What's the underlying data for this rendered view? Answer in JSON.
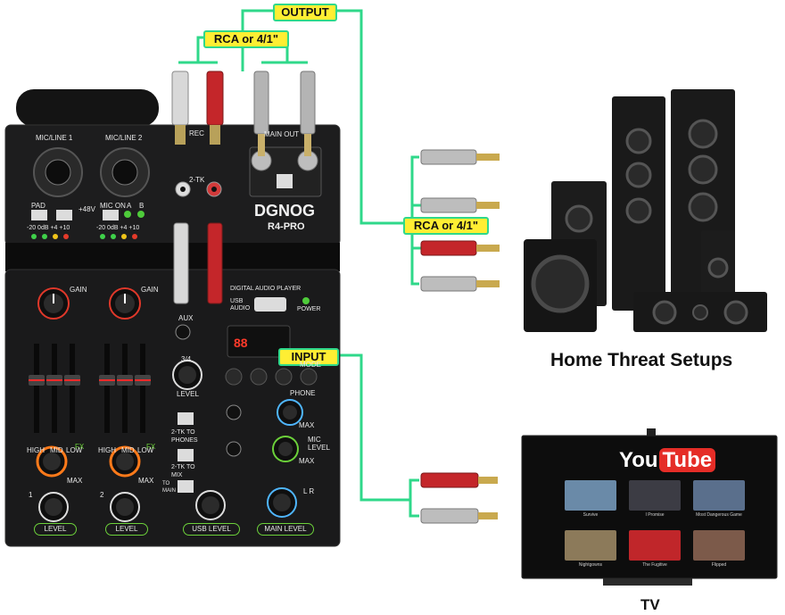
{
  "labels": {
    "output": "OUTPUT",
    "rca_top": "RCA or 4/1\"",
    "rca_mid": "RCA or 4/1\"",
    "input": "INPUT",
    "home_caption": "Home Threat Setups",
    "tv_caption": "TV"
  },
  "mixer": {
    "brand": "DGNOG",
    "model": "R4-PRO",
    "ch1": "MIC/LINE 1",
    "ch2": "MIC/LINE 2",
    "rec": "REC",
    "main_out": "MAIN OUT",
    "two_tk": "2-TK",
    "pad": "PAD",
    "phantom": "+48V",
    "mic_on": "MIC ON",
    "a": "A",
    "b": "B",
    "meter_scale": "-20  0dB  +4  +10",
    "gain": "GAIN",
    "digital_player": "DIGITAL AUDIO PLAYER",
    "usb_audio": "USB AUDIO",
    "power": "POWER",
    "aux": "AUX",
    "three_four": "3/4",
    "level": "LEVEL",
    "mode": "MODE",
    "phone": "PHONE",
    "max": "MAX",
    "mic_level": "MIC LEVEL",
    "tk_to_phones": "2-TK TO PHONES",
    "tk_to_mix": "2-TK TO MIX",
    "to_main": "TO MAIN",
    "eq_high": "HIGH",
    "eq_mid": "MID",
    "eq_low": "LOW",
    "fx": "FX",
    "level1": "LEVEL",
    "level2": "LEVEL",
    "usb_level": "USB LEVEL",
    "main_level": "MAIN LEVEL",
    "ch_num1": "1",
    "ch_num2": "2",
    "ch3_4": "3/4",
    "aux_34": "3/4",
    "lr": "L R",
    "display": "88"
  },
  "tv": {
    "logo_you": "You",
    "logo_tube": "Tube",
    "thumbs": [
      {
        "title": "Survive",
        "color": "#6a8aa8"
      },
      {
        "title": "I Promise",
        "color": "#3c3c44"
      },
      {
        "title": "Most Dangerous Game",
        "color": "#5a6f8c"
      },
      {
        "title": "Nightgowns",
        "color": "#8c7a5a"
      },
      {
        "title": "The Fugitive",
        "color": "#c0262a"
      },
      {
        "title": "Flipped",
        "color": "#7c5a4a"
      }
    ]
  },
  "colors": {
    "cable": "#2fd88a",
    "tag_fill": "#ffee33",
    "panel": "#1b1b1c",
    "accent_green": "#6cd13a",
    "youtube_red": "#e52d27"
  }
}
